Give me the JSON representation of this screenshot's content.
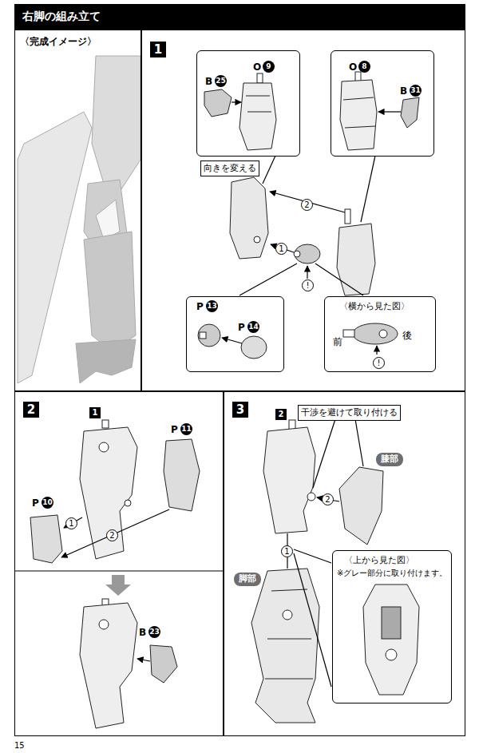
{
  "diagram": {
    "title": "右脚の組み立て",
    "nodes": [
      {
        "text": [
          "〈完成イメージ〉"
        ]
      },
      {
        "text": [
          "1"
        ]
      },
      {
        "text": [
          "B",
          "25",
          "O",
          "9"
        ],
        "in": 1
      },
      {
        "text": [
          "O",
          "8",
          "B",
          "31"
        ],
        "in": 1
      },
      {
        "text": [
          "向きを変える"
        ],
        "in": 1
      },
      {
        "text": [
          "P",
          "13",
          "P",
          "14"
        ],
        "in": 1
      },
      {
        "text": [
          "〈横から見た図〉",
          "前",
          "後",
          "!"
        ],
        "in": 1
      },
      {
        "text": [
          "2"
        ]
      },
      {
        "text": [
          "3"
        ]
      },
      {
        "text": [
          "干渉を避けて取り付ける"
        ],
        "in": 8
      },
      {
        "text": [
          "膝部"
        ],
        "in": 8
      },
      {
        "text": [
          "脚部"
        ],
        "in": 8
      },
      {
        "text": [
          "〈上から見た図〉",
          "※グレー部分に取り付けます。"
        ],
        "in": 8
      }
    ],
    "labels": [
      "2",
      "1",
      "!",
      "1",
      "P",
      "11",
      "P",
      "10",
      "1",
      "2",
      "B",
      "23",
      "2",
      "2",
      "1",
      "15"
    ]
  }
}
